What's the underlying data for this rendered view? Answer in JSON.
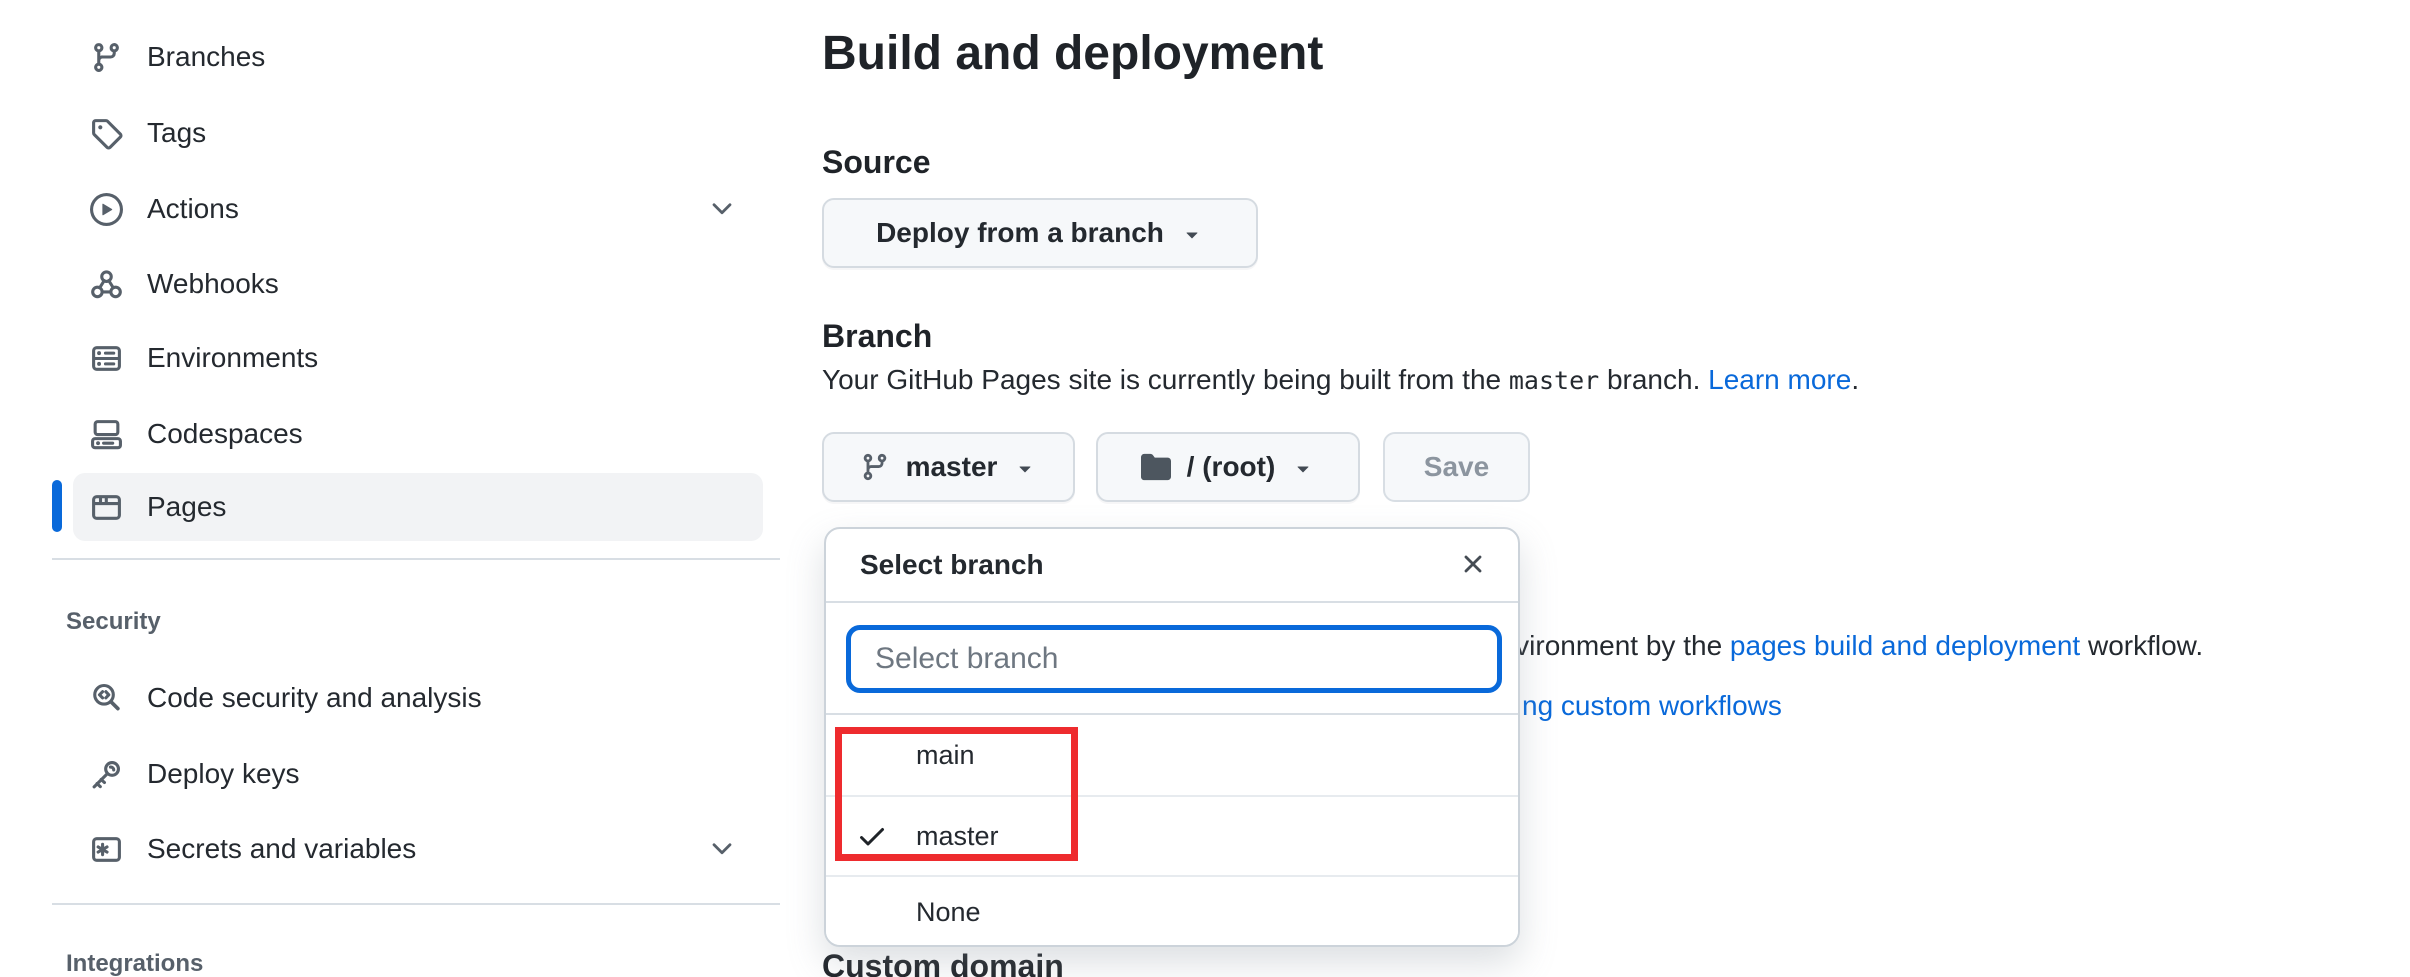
{
  "sidebar": {
    "items": [
      {
        "label": "Branches",
        "icon": "git-branch-icon"
      },
      {
        "label": "Tags",
        "icon": "tag-icon"
      },
      {
        "label": "Actions",
        "icon": "play-icon",
        "has_chevron": true
      },
      {
        "label": "Webhooks",
        "icon": "webhook-icon"
      },
      {
        "label": "Environments",
        "icon": "server-icon"
      },
      {
        "label": "Codespaces",
        "icon": "codespaces-icon"
      },
      {
        "label": "Pages",
        "icon": "browser-icon",
        "selected": true
      }
    ],
    "security_section": {
      "label": "Security",
      "items": [
        {
          "label": "Code security and analysis",
          "icon": "codescan-icon"
        },
        {
          "label": "Deploy keys",
          "icon": "key-icon"
        },
        {
          "label": "Secrets and variables",
          "icon": "asterisk-box-icon",
          "has_chevron": true
        }
      ]
    },
    "integrations_section": {
      "label": "Integrations"
    }
  },
  "main": {
    "title": "Build and deployment",
    "source": {
      "label": "Source",
      "button_label": "Deploy from a branch"
    },
    "branch": {
      "label": "Branch",
      "desc_pre": "Your GitHub Pages site is currently being built from the ",
      "desc_code": "master",
      "desc_mid": " branch. ",
      "learn_more": "Learn more",
      "desc_end": ".",
      "branch_button_label": "master",
      "folder_button_label": "/ (root)",
      "save_button_label": "Save"
    },
    "background_text": {
      "line1_pre": "environment by the ",
      "line1_link": "pages build and deployment",
      "line1_post": " workflow.",
      "line2_link": "ng custom workflows"
    },
    "custom_domain_label": "Custom domain"
  },
  "dialog": {
    "title": "Select branch",
    "search_placeholder": "Select branch",
    "options": [
      {
        "label": "main",
        "checked": false
      },
      {
        "label": "master",
        "checked": true
      },
      {
        "label": "None",
        "checked": false
      }
    ]
  },
  "colors": {
    "accent_blue": "#0969da",
    "link_blue": "#0969da",
    "annotation_red": "#ee2b2e",
    "selected_row_bg": "#f2f3f5",
    "disabled_text": "#8c959f"
  }
}
